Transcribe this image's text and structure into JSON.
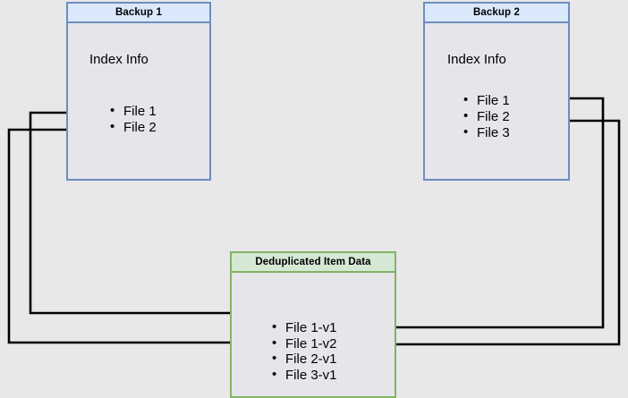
{
  "diagram": {
    "title": "Backup deduplication index diagram",
    "background_color": "#e8e7ea",
    "blue_border_color": "#6c8ebf",
    "blue_header_color": "#dae8fc",
    "green_border_color": "#82b366",
    "green_header_color": "#d5e8d4",
    "body_fill_color": "#e6e5e9",
    "edge_color": "#000000"
  },
  "nodes": {
    "backup1": {
      "header": "Backup 1",
      "body_label": "Index Info",
      "files": [
        {
          "label": "File 1"
        },
        {
          "label": "File 2"
        }
      ]
    },
    "backup2": {
      "header": "Backup 2",
      "body_label": "Index Info",
      "files": [
        {
          "label": "File 1"
        },
        {
          "label": "File 2"
        },
        {
          "label": "File 3"
        }
      ]
    },
    "dedup": {
      "header": "Deduplicated Item Data",
      "items": [
        {
          "label": "File 1-v1"
        },
        {
          "label": "File 1-v2"
        },
        {
          "label": "File 2-v1"
        },
        {
          "label": "File 3-v1"
        }
      ]
    }
  },
  "edges": [
    {
      "name": "backup1-file1-to-file1v1",
      "from": "Backup 1 / File 1",
      "to": "Deduplicated Item Data / File 1-v1"
    },
    {
      "name": "backup1-file2-to-file2v1",
      "from": "Backup 1 / File 2",
      "to": "Deduplicated Item Data / File 2-v1"
    },
    {
      "name": "backup2-file1-to-file1v2",
      "from": "Backup 2 / File 1",
      "to": "Deduplicated Item Data / File 1-v2"
    },
    {
      "name": "backup2-file2-to-file2v1",
      "from": "Backup 2 / File 2",
      "to": "Deduplicated Item Data / File 2-v1"
    }
  ]
}
